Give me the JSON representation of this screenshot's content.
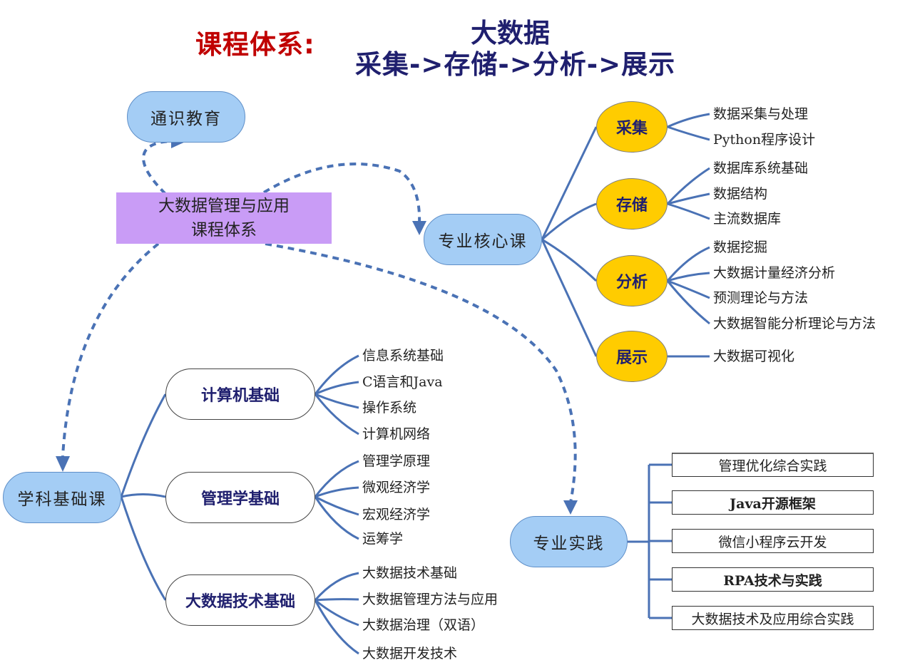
{
  "title": {
    "label": "课程体系:",
    "line1": "大数据",
    "line2": "采集->存储->分析->展示"
  },
  "center": {
    "line1": "大数据管理与应用",
    "line2": "课程体系"
  },
  "general_education": "通识教育",
  "core_course": {
    "label": "专业核心课",
    "groups": [
      {
        "label": "采集",
        "items": [
          "数据采集与处理",
          "Python程序设计"
        ]
      },
      {
        "label": "存储",
        "items": [
          "数据库系统基础",
          "数据结构",
          "主流数据库"
        ]
      },
      {
        "label": "分析",
        "items": [
          "数据挖掘",
          "大数据计量经济分析",
          "预测理论与方法",
          "大数据智能分析理论与方法"
        ]
      },
      {
        "label": "展示",
        "items": [
          "大数据可视化"
        ]
      }
    ]
  },
  "foundation_course": {
    "label": "学科基础课",
    "groups": [
      {
        "label": "计算机基础",
        "items": [
          "信息系统基础",
          "C语言和Java",
          "操作系统",
          "计算机网络"
        ]
      },
      {
        "label": "管理学基础",
        "items": [
          "管理学原理",
          "微观经济学",
          "宏观经济学",
          "运筹学"
        ]
      },
      {
        "label": "大数据技术基础",
        "items": [
          "大数据技术基础",
          "大数据管理方法与应用",
          "大数据治理（双语）",
          "大数据开发技术"
        ]
      }
    ]
  },
  "practice": {
    "label": "专业实践",
    "items": [
      "管理优化综合实践",
      "Java开源框架",
      "微信小程序云开发",
      "RPA技术与实践",
      "大数据技术及应用综合实践"
    ]
  }
}
